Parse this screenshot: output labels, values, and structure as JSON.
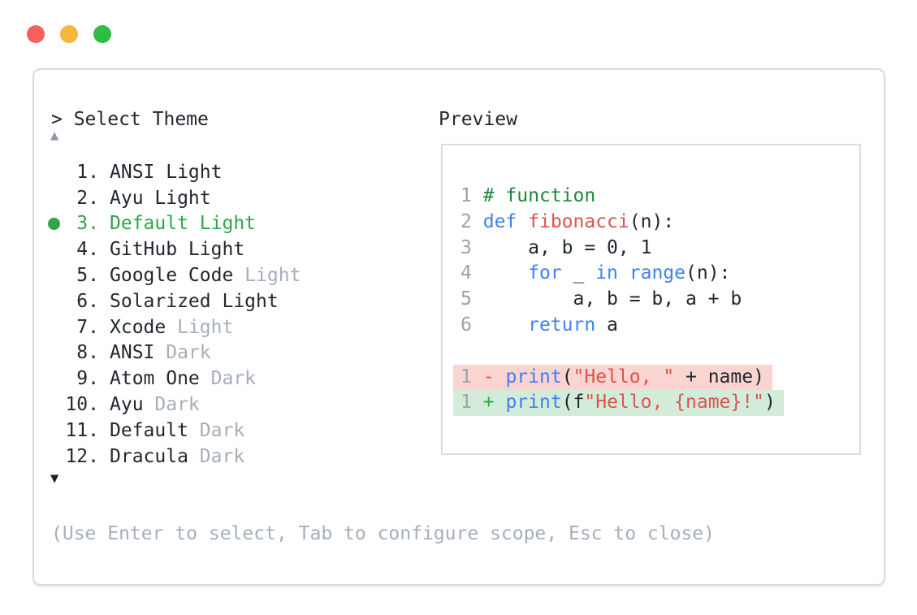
{
  "window": {
    "traffic_lights": [
      {
        "name": "close",
        "color": "#f4615c"
      },
      {
        "name": "minimize",
        "color": "#f5b63d"
      },
      {
        "name": "zoom",
        "color": "#2dbe45"
      }
    ]
  },
  "theme_selector": {
    "prompt": "> Select Theme",
    "scroll_up": "▲",
    "scroll_down": "▼",
    "items": [
      {
        "num": "1.",
        "label": "ANSI Light",
        "muted": "",
        "selected": false
      },
      {
        "num": "2.",
        "label": "Ayu Light",
        "muted": "",
        "selected": false
      },
      {
        "num": "3.",
        "label": "Default Light",
        "muted": "",
        "selected": true
      },
      {
        "num": "4.",
        "label": "GitHub Light",
        "muted": "",
        "selected": false
      },
      {
        "num": "5.",
        "label": "Google Code",
        "muted": "Light",
        "selected": false
      },
      {
        "num": "6.",
        "label": "Solarized Light",
        "muted": "",
        "selected": false
      },
      {
        "num": "7.",
        "label": "Xcode",
        "muted": "Light",
        "selected": false
      },
      {
        "num": "8.",
        "label": "ANSI",
        "muted": "Dark",
        "selected": false
      },
      {
        "num": "9.",
        "label": "Atom One",
        "muted": "Dark",
        "selected": false
      },
      {
        "num": "10.",
        "label": "Ayu",
        "muted": "Dark",
        "selected": false
      },
      {
        "num": "11.",
        "label": "Default",
        "muted": "Dark",
        "selected": false
      },
      {
        "num": "12.",
        "label": "Dracula",
        "muted": "Dark",
        "selected": false
      }
    ],
    "help_text": "(Use Enter to select, Tab to configure scope, Esc to close)"
  },
  "preview": {
    "title": "Preview",
    "code_lines": [
      {
        "num": "1",
        "tokens": [
          {
            "text": "# function",
            "style": "comment"
          }
        ]
      },
      {
        "num": "2",
        "tokens": [
          {
            "text": "def",
            "style": "keyword"
          },
          {
            "text": " ",
            "style": "plain"
          },
          {
            "text": "fibonacci",
            "style": "red"
          },
          {
            "text": "(n):",
            "style": "plain"
          }
        ]
      },
      {
        "num": "3",
        "tokens": [
          {
            "text": "    a, b = 0, 1",
            "style": "plain"
          }
        ]
      },
      {
        "num": "4",
        "tokens": [
          {
            "text": "    ",
            "style": "plain"
          },
          {
            "text": "for",
            "style": "keyword"
          },
          {
            "text": " _ ",
            "style": "plain"
          },
          {
            "text": "in",
            "style": "keyword"
          },
          {
            "text": " ",
            "style": "plain"
          },
          {
            "text": "range",
            "style": "keyword"
          },
          {
            "text": "(n):",
            "style": "plain"
          }
        ]
      },
      {
        "num": "5",
        "tokens": [
          {
            "text": "        a, b = b, a + b",
            "style": "plain"
          }
        ]
      },
      {
        "num": "6",
        "tokens": [
          {
            "text": "    ",
            "style": "plain"
          },
          {
            "text": "return",
            "style": "keyword"
          },
          {
            "text": " a",
            "style": "plain"
          }
        ]
      }
    ],
    "diff_lines": [
      {
        "num": "1",
        "sign": "-",
        "kind": "removed",
        "tokens": [
          {
            "text": "print",
            "style": "keyword"
          },
          {
            "text": "(",
            "style": "plain"
          },
          {
            "text": "\"Hello, \"",
            "style": "red"
          },
          {
            "text": " + name)",
            "style": "plain"
          }
        ]
      },
      {
        "num": "1",
        "sign": "+",
        "kind": "added",
        "tokens": [
          {
            "text": "print",
            "style": "keyword"
          },
          {
            "text": "(f",
            "style": "plain"
          },
          {
            "text": "\"Hello, {name}!\"",
            "style": "red"
          },
          {
            "text": ")",
            "style": "plain"
          }
        ]
      }
    ]
  },
  "palette": {
    "ink": "#22272f",
    "muted_gray": "#a6aebb",
    "lineno_gray": "#9aa2ae",
    "keyword_blue": "#4080f0",
    "token_red": "#de534d",
    "comment_green": "#22863a",
    "plus_green": "#28a745",
    "selected_green": "#30a44c",
    "diff_removed_bg": "#f9d4d1",
    "diff_added_bg": "#d3ecd9",
    "panel_border": "#d7dbe2",
    "arrow_up_gray": "#8c97a7",
    "arrow_down_dark": "#1c212b"
  }
}
